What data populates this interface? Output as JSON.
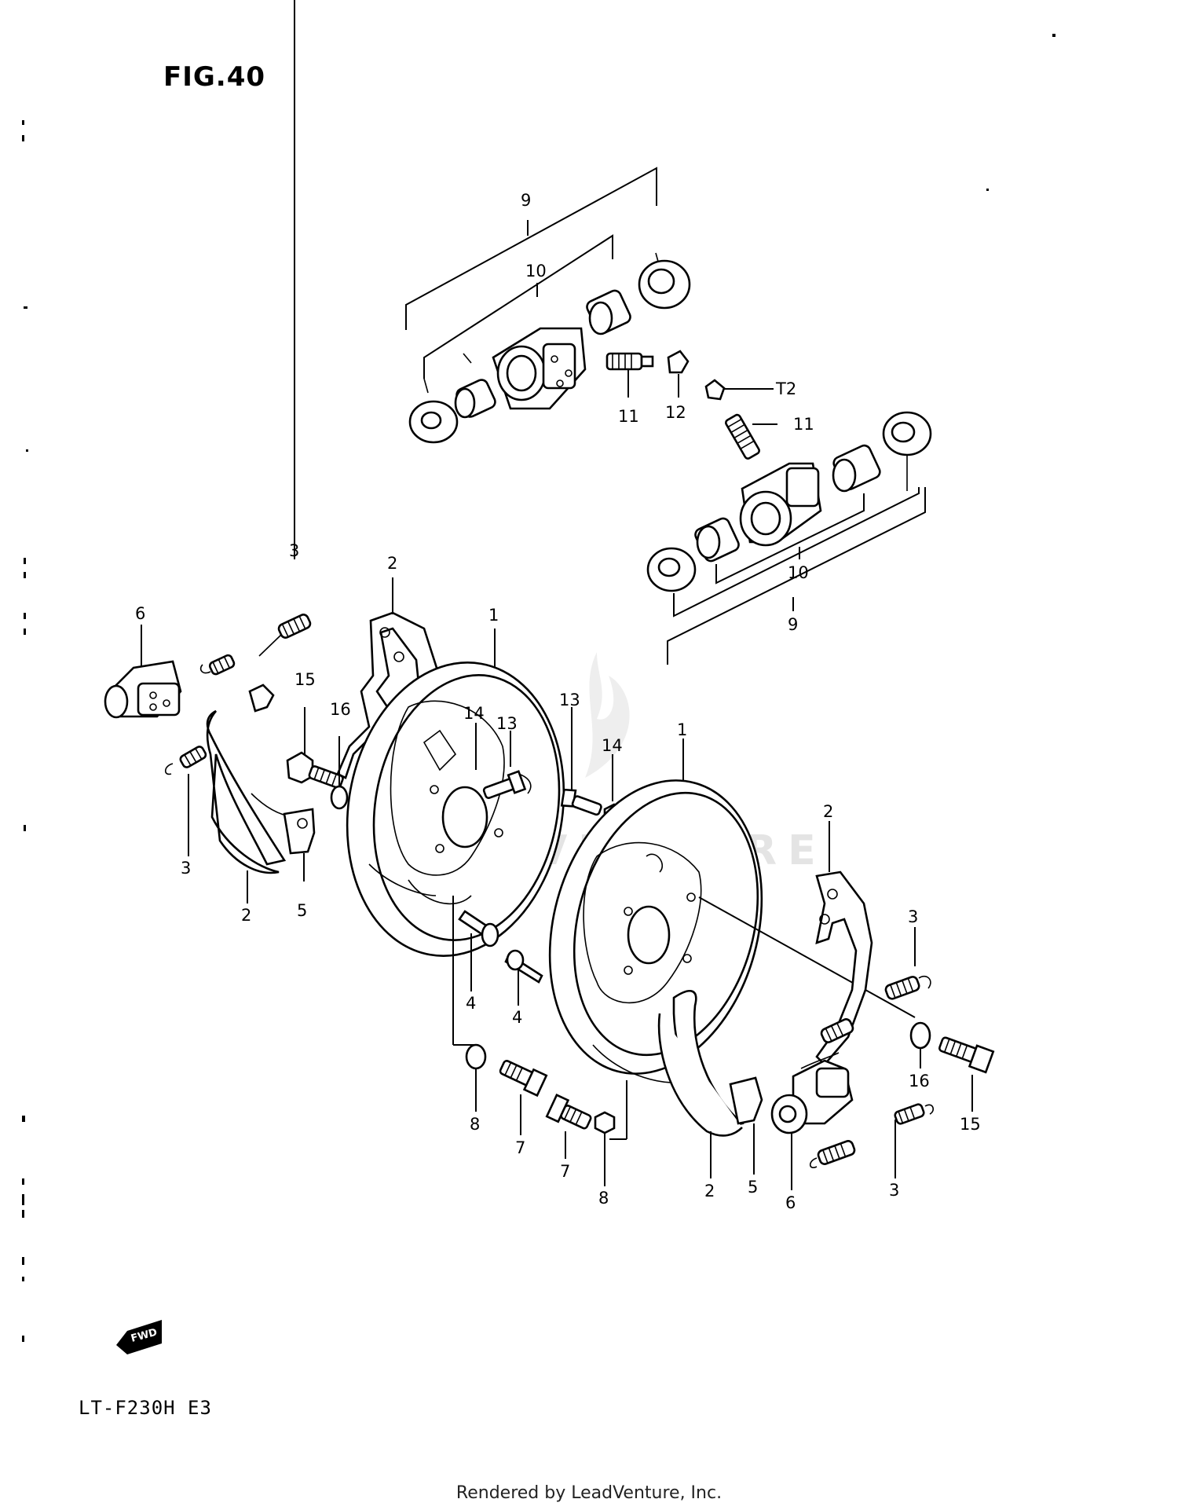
{
  "figure": {
    "title": "FIG.40",
    "model": "LT-F230H E3",
    "footer": "Rendered by LeadVenture, Inc.",
    "watermark": "LEADVENTURE",
    "direction_label": "FWD"
  },
  "callouts": {
    "upper_wheel_cylinder_kit": "9",
    "upper_cylinder_parts": "10",
    "upper_bleeder_valve": "11",
    "upper_bleeder_cap": "12",
    "t2_cap": "T2",
    "t2_valve": "11",
    "lower_cylinder_parts": "10",
    "lower_wheel_cylinder_kit": "9",
    "left_spring_top": "3",
    "left_cylinder": "6",
    "left_shoe_top": "2",
    "left_panel": "1",
    "left_bolt": "15",
    "left_washer": "16",
    "left_screw_inner": "14",
    "left_screw_13_inner": "13",
    "left_screw_13_outer": "13",
    "left_nut_14_outer": "14",
    "left_spring_bottom": "3",
    "left_shoe_bottom": "2",
    "left_adjuster": "5",
    "pin_left": "4",
    "pin_right": "4",
    "washer_8_left": "8",
    "bolt_7_left": "7",
    "bolt_7_right": "7",
    "washer_8_right": "8",
    "right_panel": "1",
    "right_shoe_top": "2",
    "right_spring_top": "3",
    "right_washer": "16",
    "right_bolt": "15",
    "right_shoe_bottom": "2",
    "right_adjuster": "5",
    "right_cylinder": "6",
    "right_spring_bottom": "3"
  }
}
